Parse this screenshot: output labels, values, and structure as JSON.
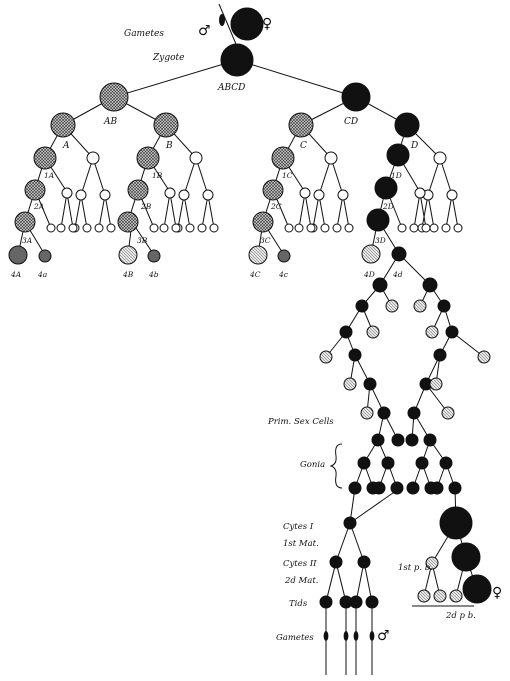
{
  "labels": {
    "gametes_top": "Gametes",
    "male_symbol": "♂",
    "female_symbol": "♀",
    "zygote": "Zygote",
    "abcd": "ABCD",
    "ab": "AB",
    "cd": "CD",
    "a": "A",
    "b": "B",
    "c": "C",
    "d": "D",
    "a1": "1A",
    "b1": "1B",
    "c1": "1C",
    "d1": "1D",
    "a2": "2A",
    "b2": "2B",
    "c2": "2C",
    "d2": "2D",
    "a3": "3A",
    "b3": "3B",
    "c3": "3C",
    "d3": "3D",
    "a4": "4A",
    "a4s": "4a",
    "b4": "4B",
    "b4s": "4b",
    "c4": "4C",
    "c4s": "4c",
    "d4": "4D",
    "d4s": "4d",
    "prim_sex_cells": "Prim. Sex Cells",
    "gonia": "Gonia",
    "cytes_1": "Cytes I",
    "first_mat": "1st Mat.",
    "cytes_2": "Cytes II",
    "second_mat": "2d Mat.",
    "tids": "Tids",
    "gametes_bottom": "Gametes",
    "first_pb": "1st p. b.",
    "second_pb": "2d p b.",
    "male_symbol_bottom": "♂",
    "female_symbol_bottom": "♀"
  },
  "colors": {
    "germ_line": "#111111",
    "differentiated": "#666666",
    "outline": "#111111",
    "empty": "#ffffff"
  }
}
